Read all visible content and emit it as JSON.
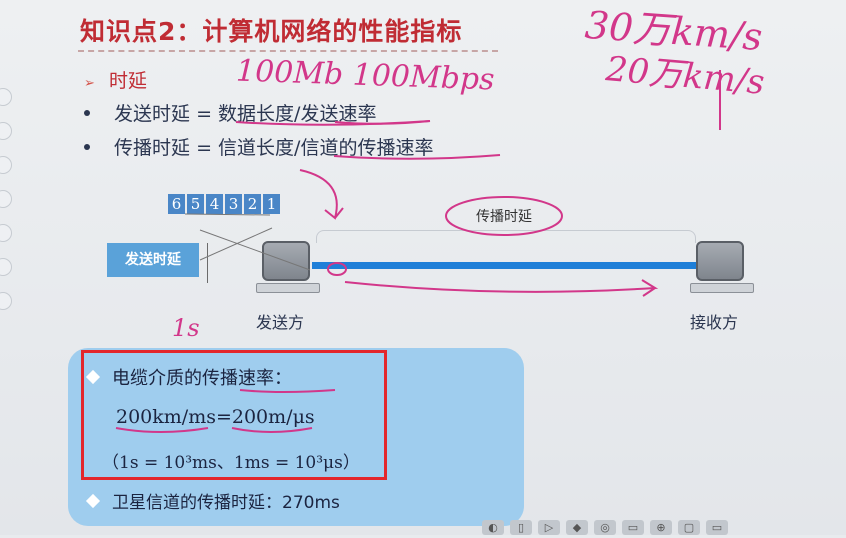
{
  "slide": {
    "title": "知识点2：计算机网络的性能指标",
    "bullets": [
      {
        "text": "时延",
        "marker": "➢"
      },
      {
        "text": "发送时延 = 数据长度/发送速率"
      },
      {
        "text": "传播时延 = 信道长度/信道的传播速率"
      }
    ],
    "diagram": {
      "packets": [
        "6",
        "5",
        "4",
        "3",
        "2",
        "1"
      ],
      "send_delay_label": "发送时延",
      "prop_delay_label": "传播时延",
      "sender_label": "发送方",
      "receiver_label": "接收方"
    },
    "info_box": {
      "line1": "电缆介质的传播速率：",
      "line2": "200km/ms=200m/μs",
      "line3": "（1s = 10³ms、1ms = 10³μs）",
      "line4": "卫星信道的传播时延：270ms"
    }
  },
  "handwriting": {
    "top_right_1": "30万km/s",
    "top_right_2": "20万km/s",
    "bandwidth": "100Mb  100Mbps",
    "note_1s": "1s"
  },
  "toolbar": {
    "tools": [
      "◐",
      "▯",
      "▷",
      "◆",
      "◎",
      "▭",
      "⊕",
      "▢",
      "▭"
    ]
  },
  "colors": {
    "title": "#c02c34",
    "link_line": "#1f7fd8",
    "info_box": "#9fcdee",
    "highlight_rect": "#e3262b",
    "ink": "#d2378a"
  }
}
